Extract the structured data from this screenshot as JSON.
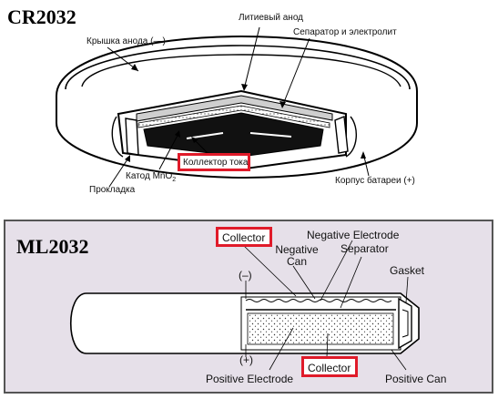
{
  "cr2032": {
    "title": "CR2032",
    "labels": {
      "anode_cap": "Крышка анода (—)",
      "lithium_anode": "Литиевый анод",
      "separator_electrolyte": "Сепаратор и электролит",
      "cathode": "Катод MnO",
      "cathode_sub": "2",
      "collector": "Коллектор тока",
      "gasket": "Прокладка",
      "battery_case": "Корпус батареи (+)"
    }
  },
  "ml2032": {
    "title": "ML2032",
    "labels": {
      "collector_top": "Collector",
      "negative_can": "Negative Can",
      "negative_electrode": "Negative Electrode",
      "separator": "Separator",
      "gasket": "Gasket",
      "minus": "(–)",
      "plus": "(+)",
      "positive_electrode": "Positive Electrode",
      "collector_bottom": "Collector",
      "positive_can": "Positive Can"
    }
  },
  "colors": {
    "highlight_box": "#e01b2a",
    "panel_background": "#e6e0e9"
  }
}
